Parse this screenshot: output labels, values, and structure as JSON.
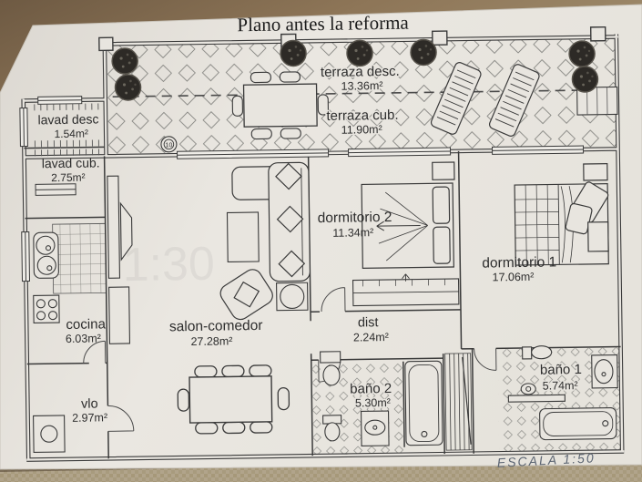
{
  "title": "Plano antes la reforma",
  "scale_note": "ESCALA 1:50",
  "terrace_marker": "10",
  "faint_overprint": "1:30",
  "rooms": {
    "terraza_desc": {
      "name": "terraza desc.",
      "area": "13.36m²"
    },
    "terraza_cub": {
      "name": "terraza cub.",
      "area": "11.90m²"
    },
    "lavad_desc": {
      "name": "lavad desc",
      "area": "1.54m²"
    },
    "lavad_cub": {
      "name": "lavad cub.",
      "area": "2.75m²"
    },
    "dormitorio2": {
      "name": "dormitorio 2",
      "area": "11.34m²"
    },
    "dormitorio1": {
      "name": "dormitorio 1",
      "area": "17.06m²"
    },
    "cocina": {
      "name": "cocina",
      "area": "6.03m²"
    },
    "salon": {
      "name": "salon-comedor",
      "area": "27.28m²"
    },
    "dist": {
      "name": "dist",
      "area": "2.24m²"
    },
    "vlo": {
      "name": "vlo",
      "area": "2.97m²"
    },
    "bano2": {
      "name": "baño 2",
      "area": "5.30m²"
    },
    "bano1": {
      "name": "baño 1",
      "area": "5.74m²"
    }
  },
  "colors": {
    "paper": "#e8e5df",
    "ink": "#3a3a3a",
    "table_wood": "#8d7a5e",
    "fabric": "#b1a48b",
    "pencil": "#5d6673"
  }
}
